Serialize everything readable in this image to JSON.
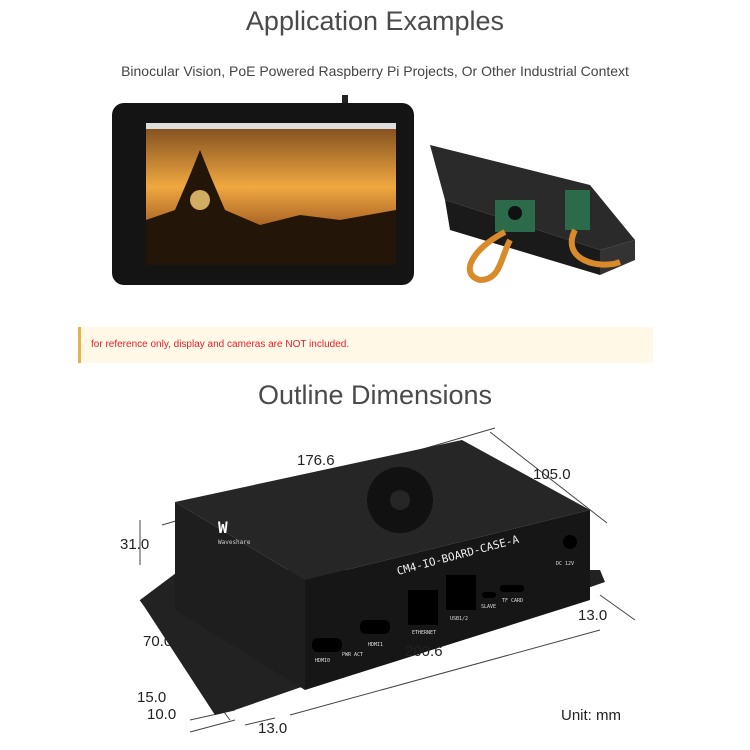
{
  "section1": {
    "title": "Application Examples",
    "subtitle": "Binocular Vision, PoE Powered Raspberry Pi Projects, Or Other Industrial Context"
  },
  "note": {
    "text": "for reference only, display and cameras are NOT included.",
    "text_color": "#e8202a",
    "background": "#fff8e6",
    "accent": "#e3b548"
  },
  "section2": {
    "title": "Outline Dimensions"
  },
  "case": {
    "model_label": "CM4-IO-BOARD-CASE-A",
    "brand": "Waveshare",
    "ports": [
      "HDMI0",
      "PWR ACT",
      "HDMI1",
      "ETHERNET",
      "USB1/2",
      "SLAVE",
      "TF CARD",
      "DC 12V"
    ]
  },
  "dimensions": {
    "length": "176.6",
    "width": "105.0",
    "height": "31.0",
    "mount_spacing": "70.0",
    "overall_length": "200.6",
    "flange_right": "13.0",
    "flange_bottom": "13.0",
    "slot_offset_a": "15.0",
    "slot_offset_b": "10.0",
    "unit": "Unit: mm"
  }
}
